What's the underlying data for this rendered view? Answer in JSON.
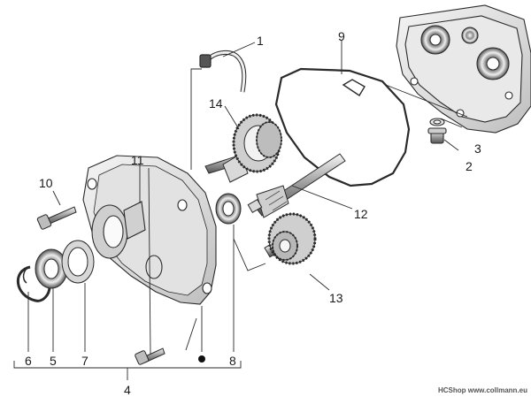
{
  "labels": {
    "l1": "1",
    "l2": "2",
    "l3": "3",
    "l4": "4",
    "l5": "5",
    "l6": "6",
    "l7": "7",
    "l8": "8",
    "l9": "9",
    "l10": "10",
    "l11": "11",
    "l12": "12",
    "l13": "13",
    "l14": "14"
  },
  "watermark": "HCShop www.collmann.eu",
  "colors": {
    "line": "#2a2a2a",
    "shade": "#9a9a9a",
    "light": "#d6d6d6",
    "bg": "#ffffff"
  }
}
